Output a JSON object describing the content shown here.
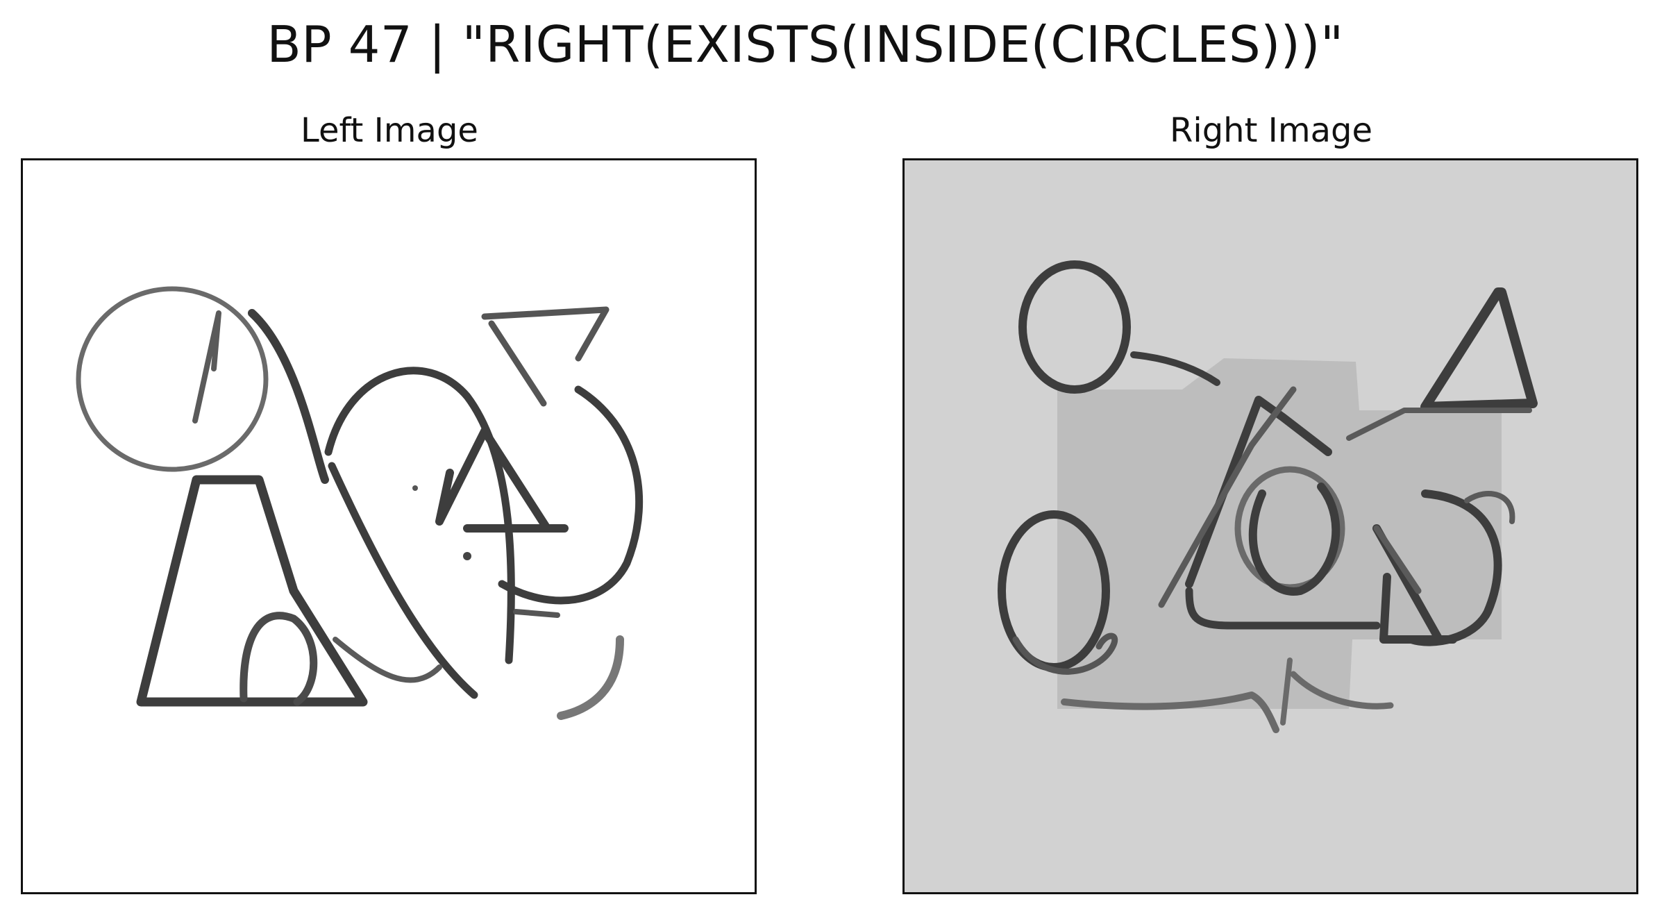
{
  "figure": {
    "title": "BP 47 | \"RIGHT(EXISTS(INSIDE(CIRCLES)))\""
  },
  "panels": [
    {
      "id": "left",
      "title": "Left Image",
      "background": "#ffffff",
      "stroke_color": "#3a3a3a"
    },
    {
      "id": "right",
      "title": "Right Image",
      "background": "#d2d2d2",
      "patch_color": "#bdbdbd",
      "stroke_color": "#3a3a3a"
    }
  ]
}
